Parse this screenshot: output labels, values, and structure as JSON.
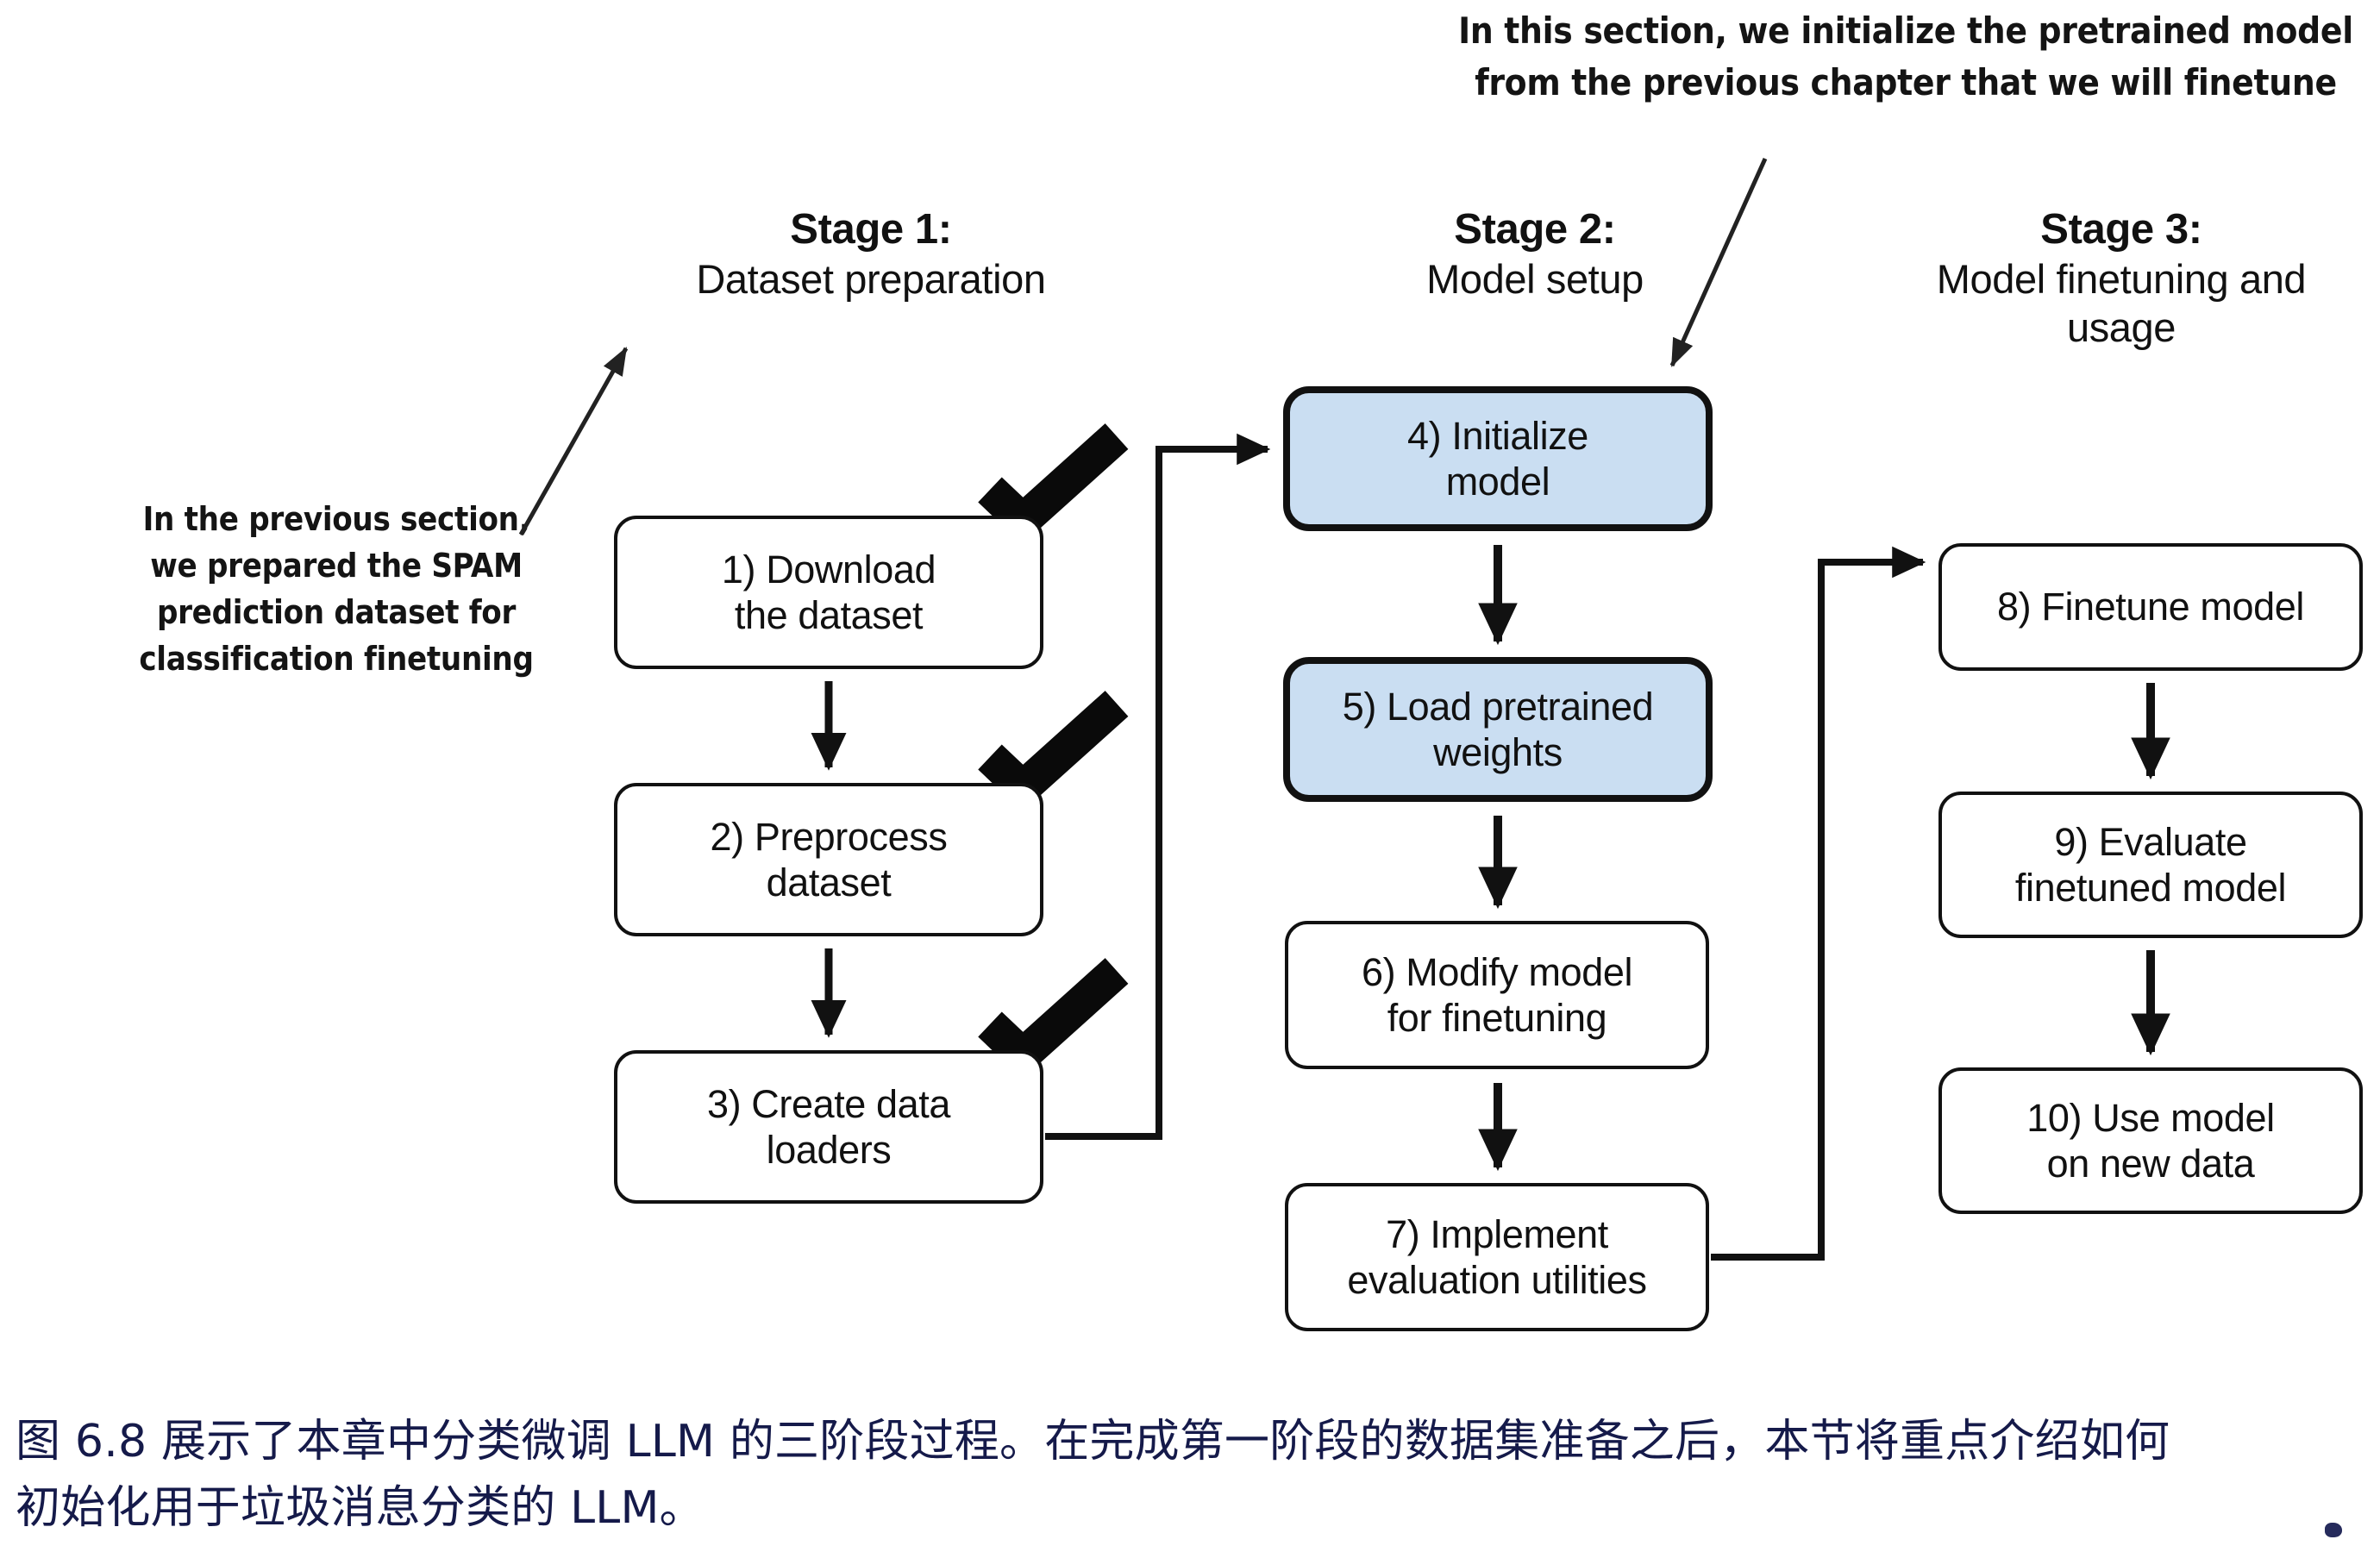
{
  "figure": {
    "annotations": {
      "top": {
        "lines": [
          "In this section, we initialize the pretrained model",
          "from the previous chapter that we will finetune"
        ]
      },
      "left": {
        "lines": [
          "In the previous section,",
          "we prepared the SPAM",
          "prediction dataset for",
          "classification finetuning"
        ]
      }
    },
    "stages": [
      {
        "title": "Stage 1:",
        "subtitle": "Dataset preparation"
      },
      {
        "title": "Stage 2:",
        "subtitle": "Model setup"
      },
      {
        "title": "Stage 3:",
        "subtitle": "Model finetuning and usage"
      }
    ],
    "nodes": [
      {
        "id": 1,
        "line1": "1) Download",
        "line2": "the dataset",
        "highlighted": false,
        "checked": true
      },
      {
        "id": 2,
        "line1": "2) Preprocess",
        "line2": "dataset",
        "highlighted": false,
        "checked": true
      },
      {
        "id": 3,
        "line1": "3) Create data",
        "line2": "loaders",
        "highlighted": false,
        "checked": true
      },
      {
        "id": 4,
        "line1": "4) Initialize",
        "line2": "model",
        "highlighted": true,
        "checked": false
      },
      {
        "id": 5,
        "line1": "5) Load pretrained",
        "line2": "weights",
        "highlighted": true,
        "checked": false
      },
      {
        "id": 6,
        "line1": "6) Modify model",
        "line2": "for finetuning",
        "highlighted": false,
        "checked": false
      },
      {
        "id": 7,
        "line1": "7) Implement",
        "line2": "evaluation utilities",
        "highlighted": false,
        "checked": false
      },
      {
        "id": 8,
        "line1": "8) Finetune model",
        "line2": "",
        "highlighted": false,
        "checked": false
      },
      {
        "id": 9,
        "line1": "9) Evaluate",
        "line2": "finetuned model",
        "highlighted": false,
        "checked": false
      },
      {
        "id": 10,
        "line1": "10) Use model",
        "line2": "on new data",
        "highlighted": false,
        "checked": false
      }
    ],
    "colors": {
      "accent_fill": "#cadef2",
      "stroke": "#111111",
      "caption_text": "#151a4a",
      "background": "#ffffff"
    }
  },
  "caption": {
    "line1": "图 6.8 展示了本章中分类微调 LLM 的三阶段过程。在完成第一阶段的数据集准备之后，本节将重点介绍如何",
    "line2": "初始化用于垃圾消息分类的 LLM。"
  }
}
